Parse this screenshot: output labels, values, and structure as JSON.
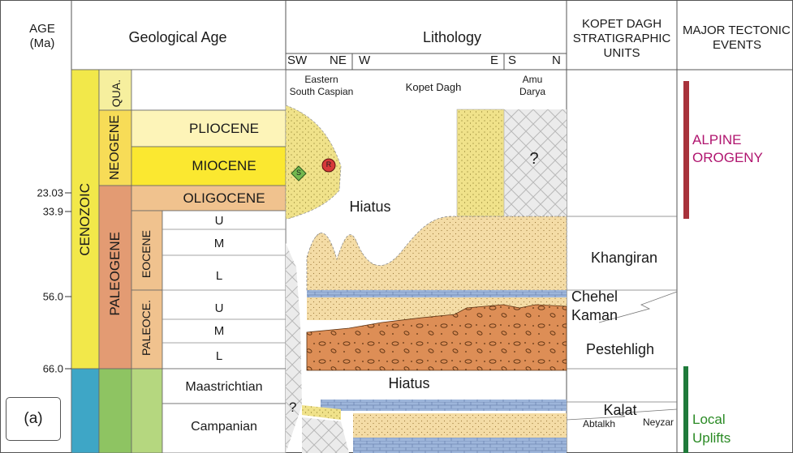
{
  "headers": {
    "age_ma": "AGE\n(Ma)",
    "age_ma_line1": "AGE",
    "age_ma_line2": "(Ma)",
    "geological_age": "Geological Age",
    "lithology": "Lithology",
    "units_line1": "KOPET DAGH",
    "units_line2": "STRATIGRAPHIC",
    "units_line3": "UNITS",
    "tectonic_line1": "MAJOR TECTONIC",
    "tectonic_line2": "EVENTS"
  },
  "directions": {
    "sw": "SW",
    "ne": "NE",
    "w": "W",
    "e": "E",
    "s": "S",
    "n": "N"
  },
  "ages": [
    "23.03",
    "33.9",
    "56.0",
    "66.0"
  ],
  "eras": {
    "cenozoic": "CENOZOIC"
  },
  "periods": {
    "neogene": "NEOGENE",
    "paleogene": "PALEOGENE",
    "quaternary": "QUA."
  },
  "epochs": {
    "pliocene": "PLIOCENE",
    "miocene": "MIOCENE",
    "oligocene": "OLIGOCENE",
    "eocene": "EOCENE",
    "paleocene": "PALEOCE."
  },
  "subdivisions": {
    "eocene_u": "U",
    "eocene_m": "M",
    "eocene_l": "L",
    "paleocene_u": "U",
    "paleocene_m": "M",
    "paleocene_l": "L"
  },
  "stages": {
    "maastrichtian": "Maastrichtian",
    "campanian": "Campanian"
  },
  "regions": {
    "eastern_line1": "Eastern",
    "eastern_line2": "South Caspian",
    "kopet_dagh": "Kopet Dagh",
    "amu_line1": "Amu",
    "amu_line2": "Darya"
  },
  "lithology_labels": {
    "hiatus_upper": "Hiatus",
    "hiatus_lower": "Hiatus",
    "question_amu": "?",
    "question_left": "?"
  },
  "markers": {
    "s": "S",
    "r": "R"
  },
  "units": {
    "khangiran": "Khangiran",
    "chehel": "Chehel",
    "kaman": "Kaman",
    "pestehligh": "Pestehligh",
    "kalat": "Kalat",
    "abtalkh": "Abtalkh",
    "neyzar": "Neyzar"
  },
  "tectonic": {
    "alpine_line1": "ALPINE",
    "alpine_line2": "OROGENY",
    "local_line1": "Local",
    "local_line2": "Uplifts"
  },
  "figure_label": "(a)",
  "colors": {
    "cenozoic": "#f2e84a",
    "quaternary": "#f6ef9e",
    "neogene": "#f7dc57",
    "pliocene": "#fdf4b8",
    "miocene": "#fbe830",
    "oligocene": "#f0c28e",
    "paleogene": "#e39b73",
    "cretaceous_era": "#3ea6c6",
    "cretaceous_period": "#8ec462",
    "upper_cretaceous": "#b5d77f",
    "sand": "#f4dca6",
    "sand_dark": "#f0e28a",
    "conglomerate": "#dd8e56",
    "limestone": "#9db5da",
    "alpine": "#a8323b",
    "local": "#1f7a3a",
    "alpine_text": "#b0156f",
    "local_text": "#2a8a24"
  }
}
